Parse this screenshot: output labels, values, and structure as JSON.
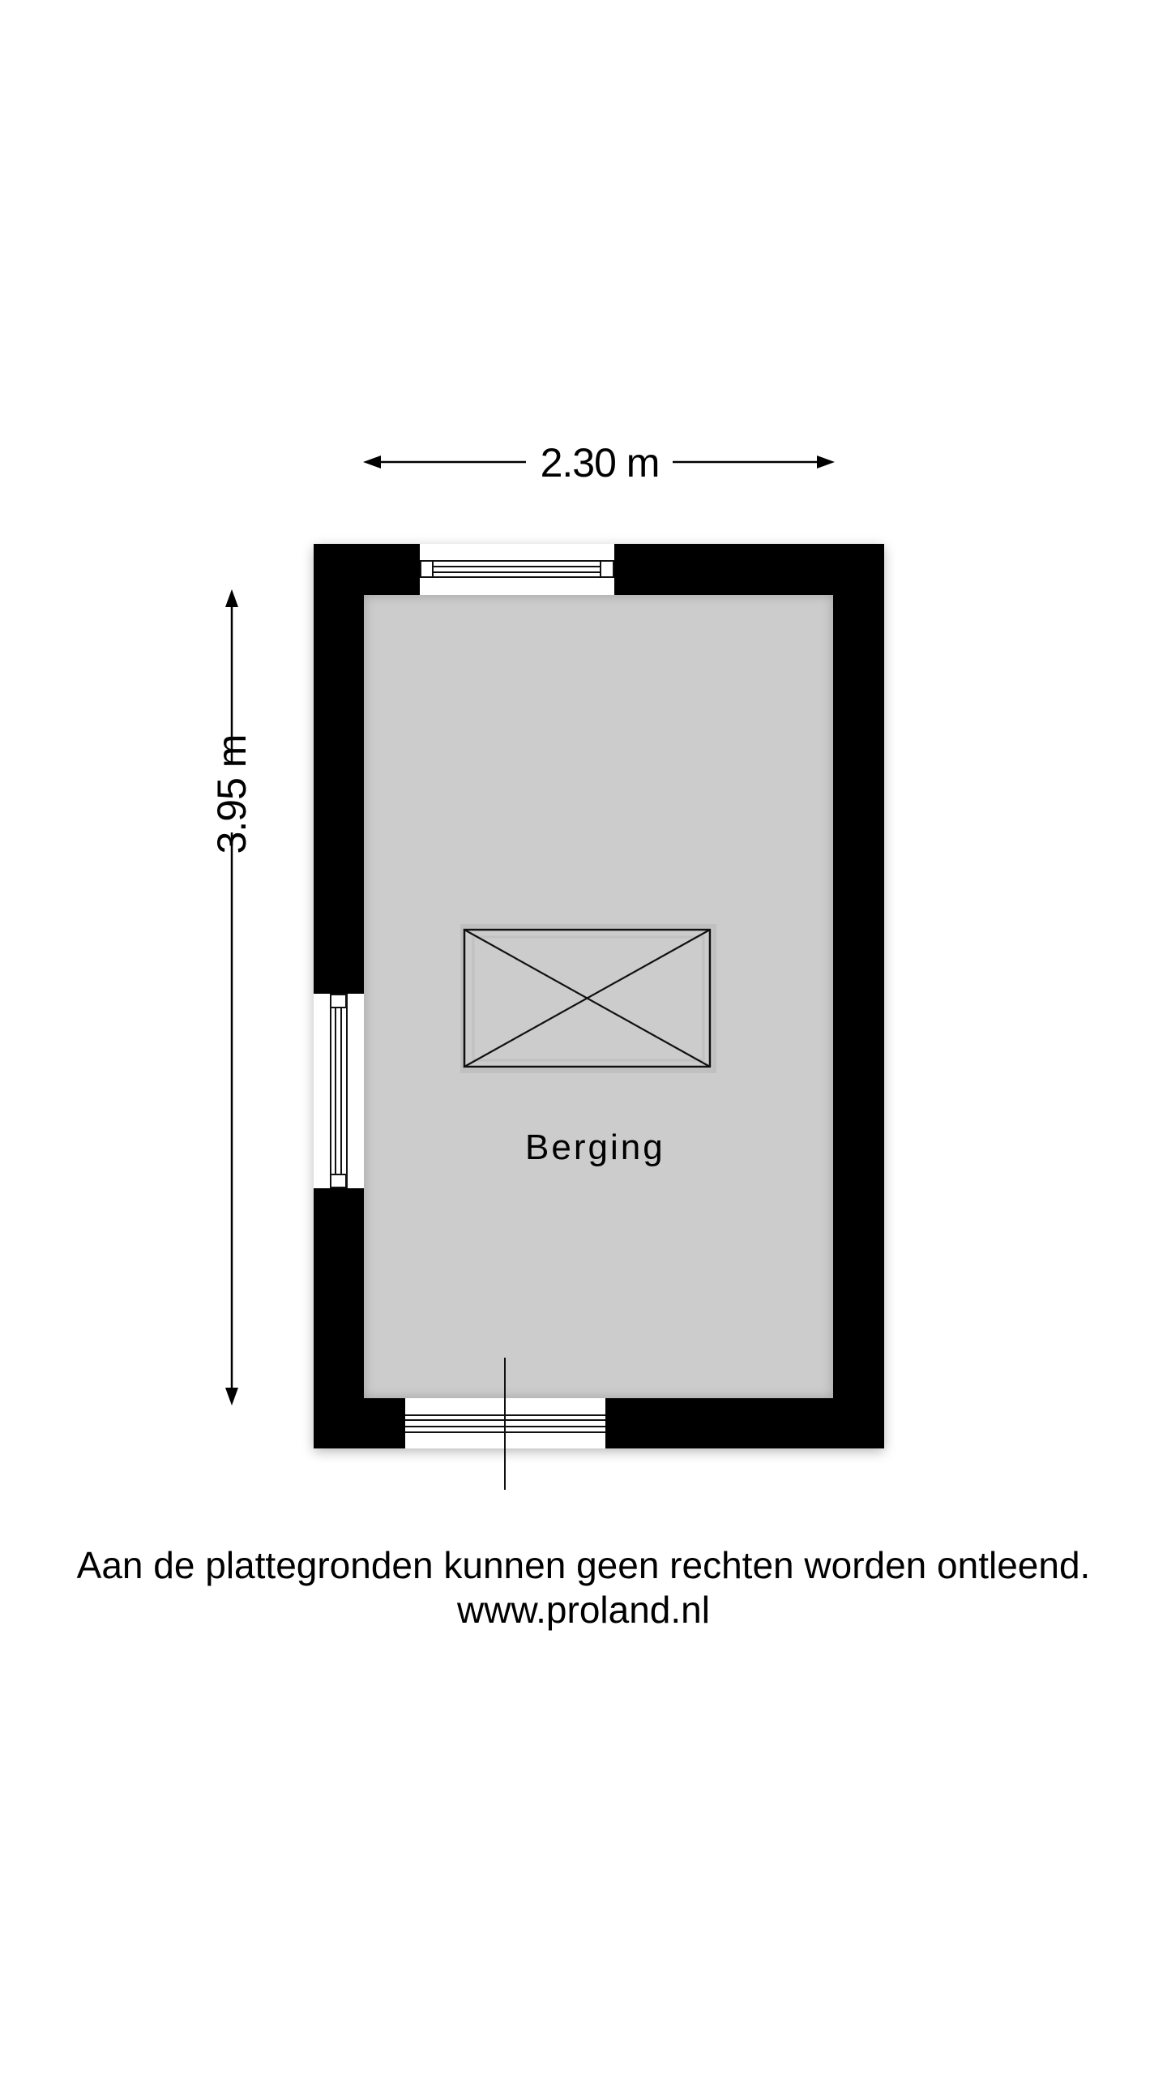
{
  "floorplan": {
    "room": {
      "name": "Berging"
    },
    "dimensions": {
      "width": "2.30 m",
      "depth": "3.95 m"
    },
    "features": {
      "skylight": "skylight",
      "windows": [
        "top-window",
        "left-window",
        "bottom-door-window"
      ]
    },
    "colors": {
      "wall": "#000000",
      "floor": "#cccccc",
      "background": "#ffffff"
    }
  },
  "footer": {
    "disclaimer": "Aan de plattegronden kunnen geen rechten worden ontleend.",
    "website": "www.proland.nl"
  }
}
